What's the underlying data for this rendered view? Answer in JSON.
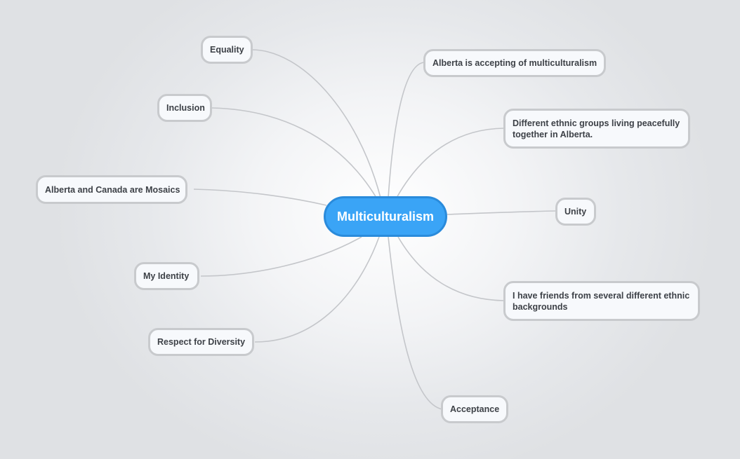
{
  "map": {
    "central": "Multiculturalism",
    "left": [
      {
        "label": "Equality"
      },
      {
        "label": "Inclusion"
      },
      {
        "label": "Alberta and Canada are Mosaics"
      },
      {
        "label": "My Identity"
      },
      {
        "label": "Respect for Diversity"
      }
    ],
    "right": [
      {
        "label": "Alberta is accepting of multiculturalism"
      },
      {
        "label": "Different ethnic groups living peacefully together in Alberta."
      },
      {
        "label": "Unity"
      },
      {
        "label": "I have friends from several different ethnic backgrounds"
      },
      {
        "label": "Acceptance"
      }
    ]
  },
  "colors": {
    "central_fill": "#3aa4f6",
    "central_border": "#2a8bdb",
    "topic_fill": "#f7f9fc",
    "topic_border": "#c8cacd",
    "connector": "#c4c6ca"
  }
}
